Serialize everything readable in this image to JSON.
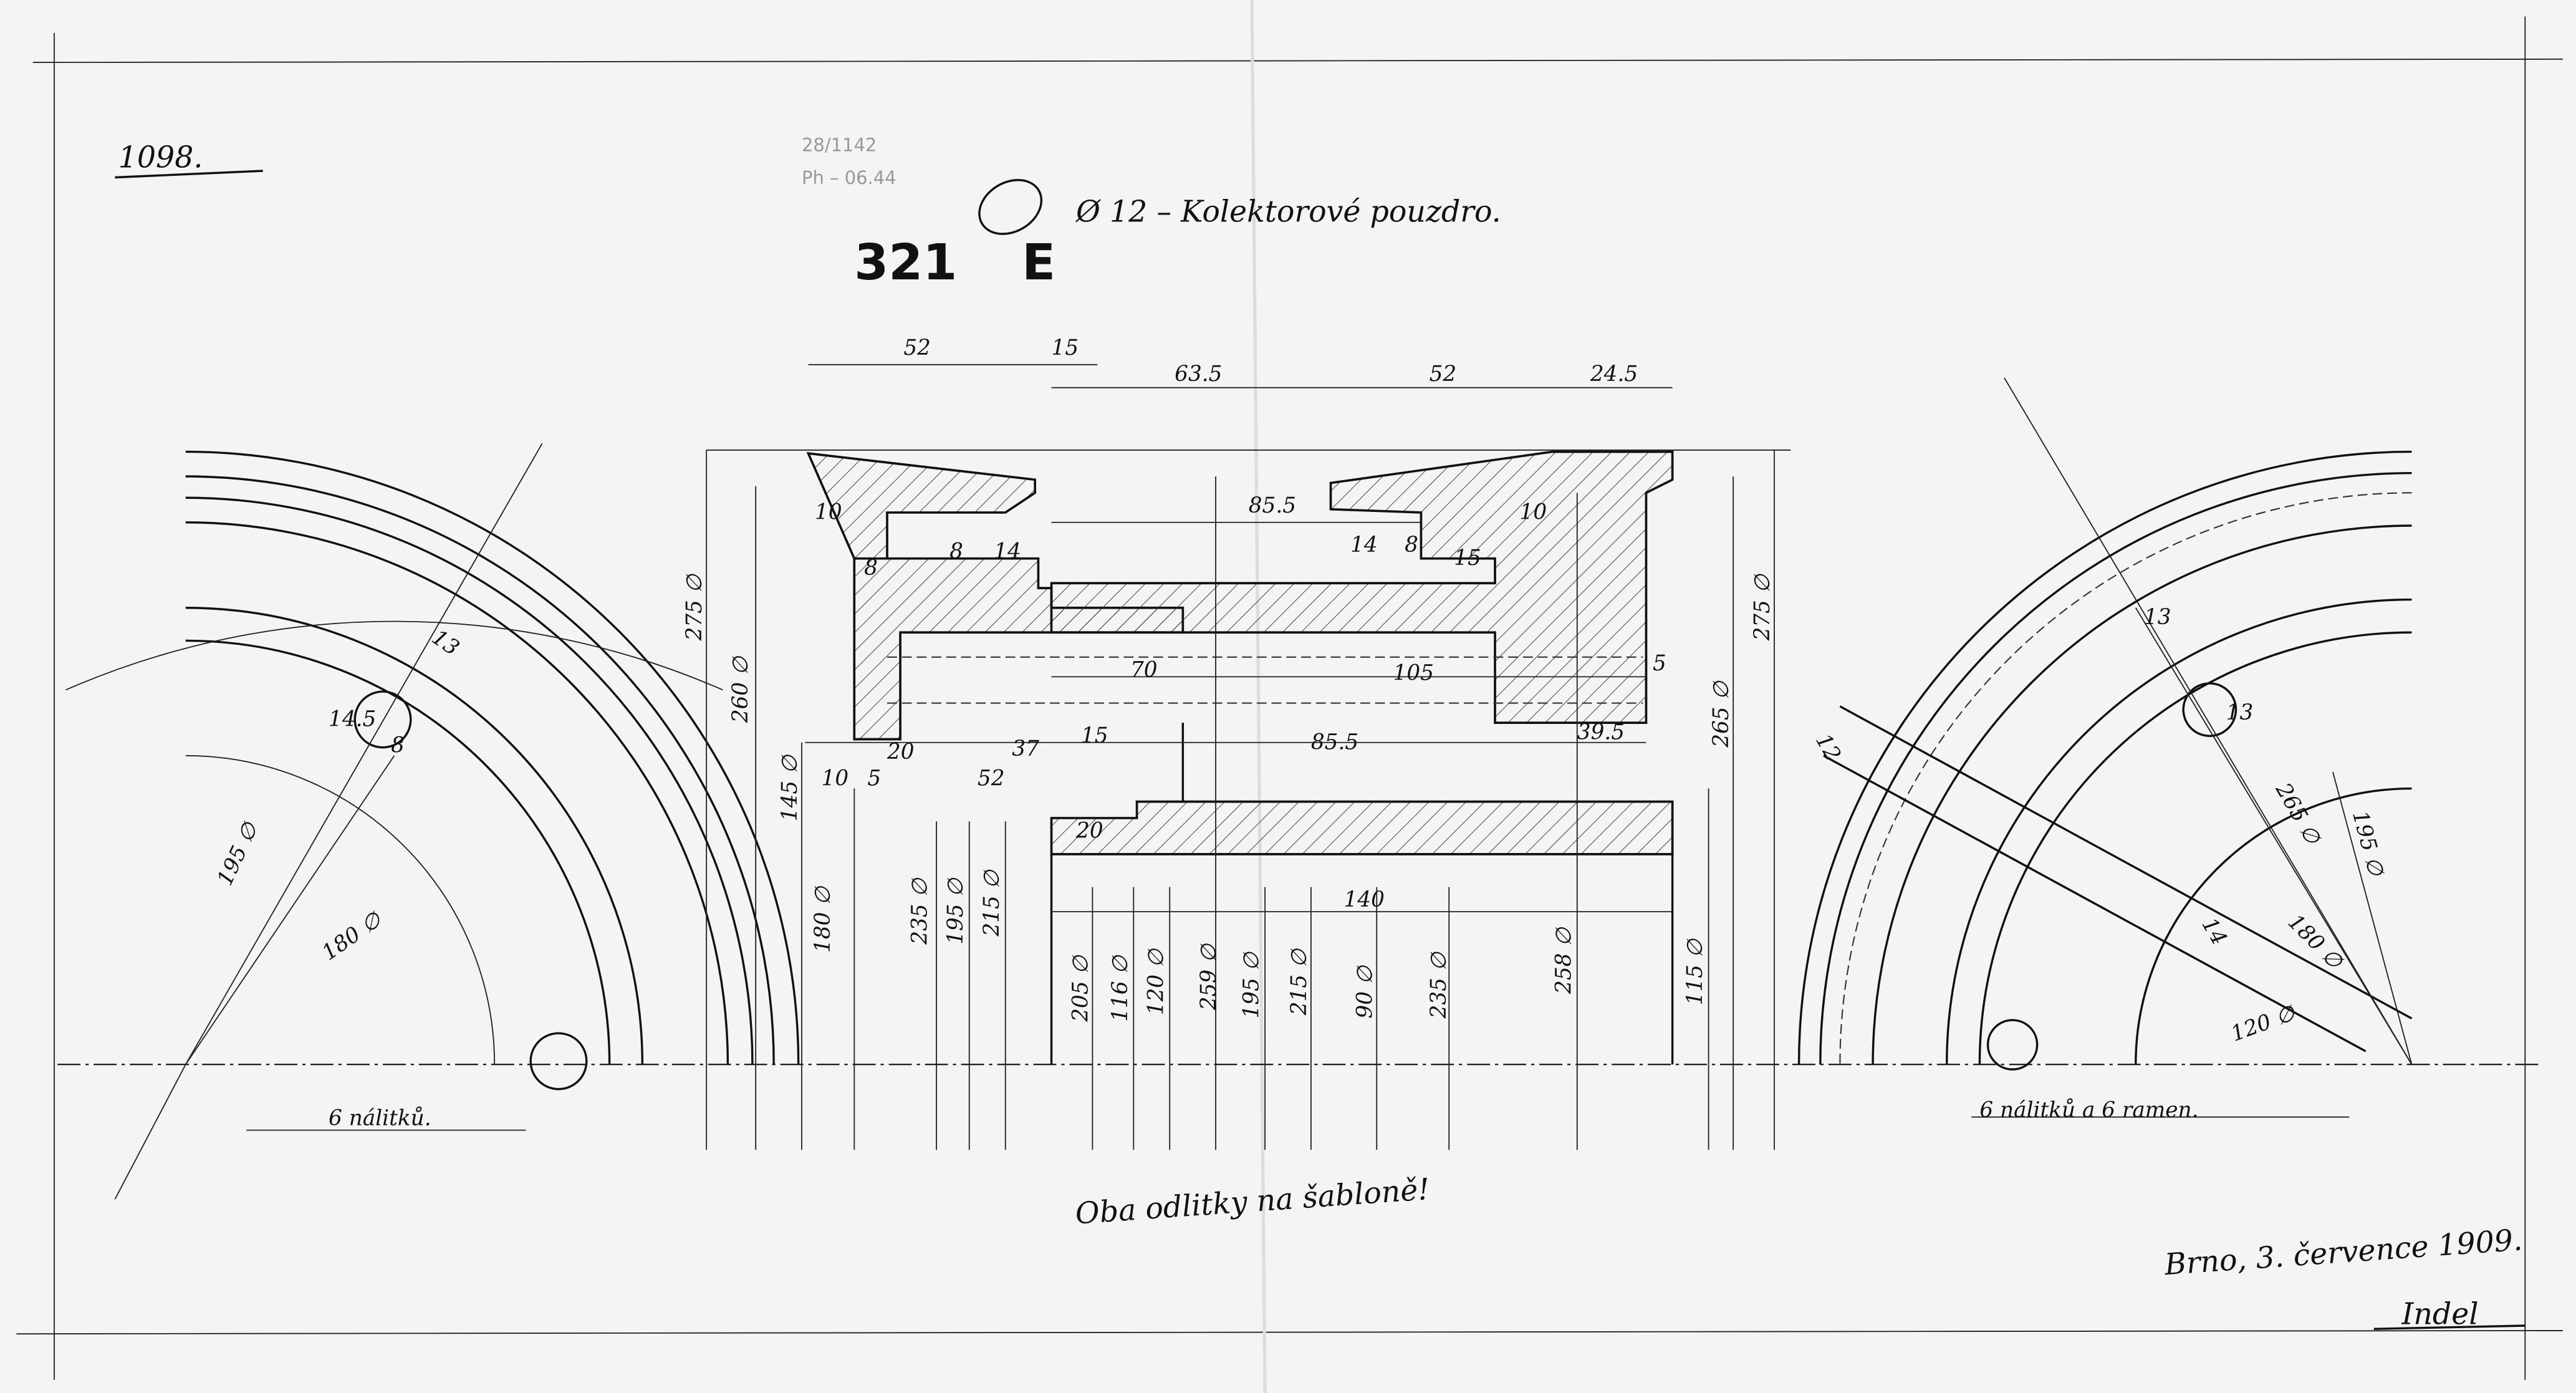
{
  "sheet": {
    "number": "1098.",
    "stamp_number": "321",
    "stamp_letter": "E",
    "title": "Ø 12 – Kolektorové pouzdro.",
    "faint_stamp_line1": "28/1142",
    "faint_stamp_line2": "Ph – 06.44",
    "note": "Oba odlitky na šabloně!",
    "date": "Brno, 3. července 1909.",
    "signature": "Indel"
  },
  "left_view": {
    "labels": [
      "13",
      "14.5",
      "8",
      "195 ∅",
      "180 ∅"
    ],
    "caption": "6 nálitků."
  },
  "right_view": {
    "labels": [
      "13",
      "13",
      "12",
      "265 ∅",
      "195 ∅",
      "14",
      "180 ∅",
      "120 ∅"
    ],
    "caption": "6 nálitků a 6 ramen."
  },
  "section": {
    "top_dims": [
      "52",
      "15",
      "63.5",
      "52",
      "24.5"
    ],
    "inner_dims": [
      "85.5",
      "10",
      "8",
      "14",
      "14",
      "8",
      "15",
      "10",
      "8",
      "70",
      "105",
      "5",
      "20",
      "37",
      "15",
      "85.5",
      "39.5",
      "10",
      "5",
      "52",
      "20",
      "140"
    ],
    "diameters": [
      "275 ∅",
      "260 ∅",
      "145 ∅",
      "180 ∅",
      "235 ∅",
      "195 ∅",
      "215 ∅",
      "205 ∅",
      "116 ∅",
      "120 ∅",
      "259 ∅",
      "195 ∅",
      "215 ∅",
      "90 ∅",
      "235 ∅",
      "258 ∅",
      "115 ∅",
      "265 ∅",
      "275 ∅"
    ]
  }
}
